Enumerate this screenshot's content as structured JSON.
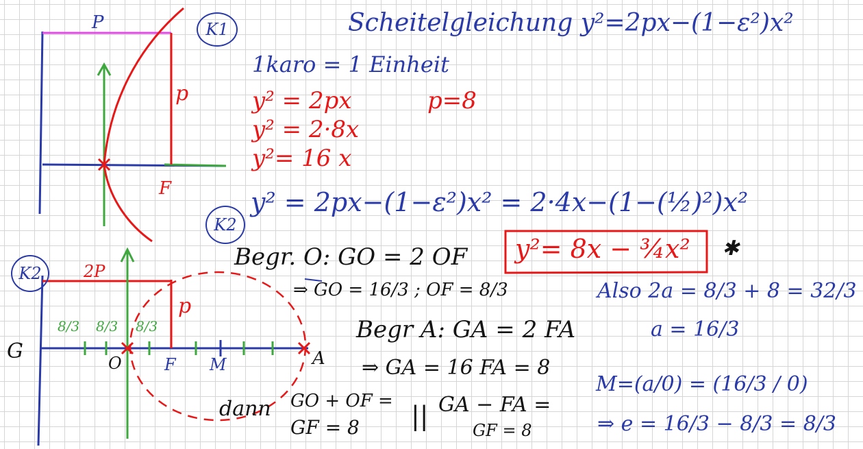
{
  "markers": {
    "k1": "K1",
    "k2_top": "K2",
    "k2_left": "K2"
  },
  "title": "Scheitelgleichung y²=2px−(1−ε²)x²",
  "scale_note": "1karo = 1 Einheit",
  "k1": {
    "eq1": "y² = 2px",
    "p_value": "p=8",
    "eq2": "y² = 2·8x",
    "eq3": "y²= 16 x"
  },
  "k2_equation": "y² = 2px−(1−ε²)x² = 2·4x−(1−(½)²)x²",
  "boxed_equation": "y²= 8x − ¾x²",
  "star": "✱",
  "begr_o": {
    "line1": "Begr. O:  GO = 2 OF",
    "line2": "⇒ GO = 16/3 ;  OF = 8/3"
  },
  "begr_a": {
    "line1": "Begr A:  GA = 2 FA",
    "line2": "⇒ GA = 16    FA = 8"
  },
  "dann": {
    "word": "dann",
    "left_line1": "GO + OF =",
    "left_line2": "GF = 8",
    "sep": "||",
    "right_line1": "GA − FA =",
    "right_line2": "GF = 8"
  },
  "right_block": {
    "line1": "Also 2a = 8/3 + 8 = 32/3",
    "line2": "a = 16/3",
    "line3": "M=(a/0) = (16/3 / 0)",
    "line4": "⇒ e = 16/3 − 8/3 = 8/3"
  },
  "diagram1": {
    "p_top": "P",
    "p_side": "p",
    "f_label": "F"
  },
  "diagram2": {
    "two_p": "2P",
    "p_side": "p",
    "g_label": "G",
    "o_label": "O",
    "f_label": "F",
    "m_label": "M",
    "a_label": "A",
    "seg1": "8/3",
    "seg2": "8/3",
    "seg3": "8/3"
  },
  "colors": {
    "blue": "#2a3aa8",
    "red": "#e81818",
    "green": "#3ea83e",
    "magenta": "#e24be6",
    "black": "#141414"
  }
}
